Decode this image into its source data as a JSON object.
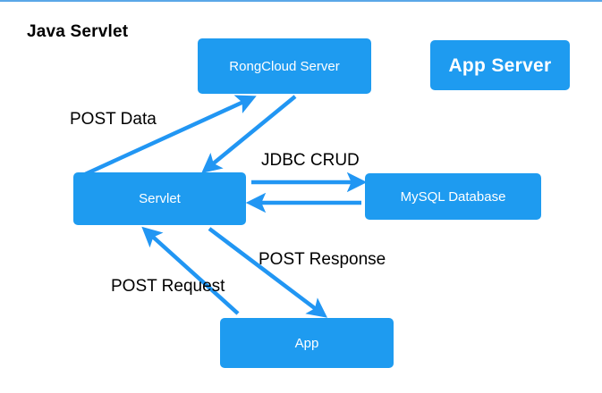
{
  "diagram": {
    "title": "Java Servlet",
    "accent_color": "#1e9bf0",
    "rule_color": "#5aa7e8",
    "arrow_color": "#2196f3",
    "label_color": "#000000",
    "nodes": [
      {
        "id": "rongcloud",
        "label": "RongCloud Server"
      },
      {
        "id": "app-server",
        "label": "App Server"
      },
      {
        "id": "servlet",
        "label": "Servlet"
      },
      {
        "id": "mysql",
        "label": "MySQL Database"
      },
      {
        "id": "app",
        "label": "App"
      }
    ],
    "edges": [
      {
        "id": "post-data",
        "label": "POST Data",
        "from": "servlet",
        "to": "rongcloud"
      },
      {
        "id": "rong-return",
        "label": "",
        "from": "rongcloud",
        "to": "servlet"
      },
      {
        "id": "jdbc-crud",
        "label": "JDBC CRUD",
        "from": "servlet",
        "to": "mysql"
      },
      {
        "id": "jdbc-return",
        "label": "",
        "from": "mysql",
        "to": "servlet"
      },
      {
        "id": "post-request",
        "label": "POST Request",
        "from": "app",
        "to": "servlet"
      },
      {
        "id": "post-response",
        "label": "POST Response",
        "from": "servlet",
        "to": "app"
      }
    ]
  }
}
